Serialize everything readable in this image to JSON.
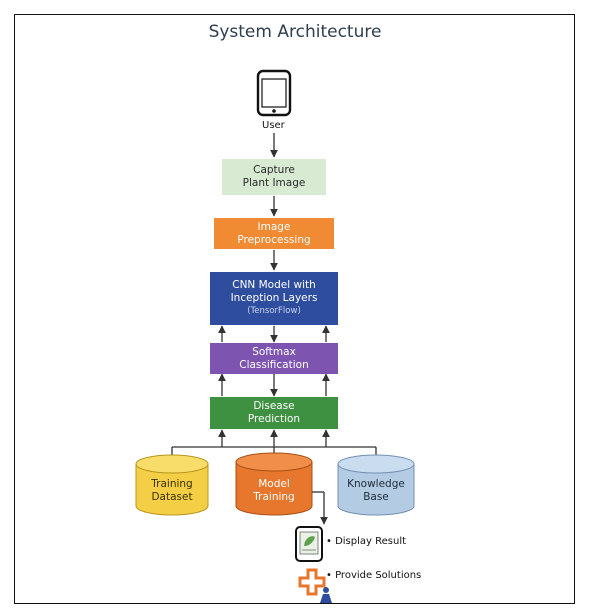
{
  "title": "System Architecture",
  "user_label": "User",
  "nodes": {
    "capture": {
      "line1": "Capture",
      "line2": "Plant Image"
    },
    "preprocess": {
      "line1": "Image",
      "line2": "Preprocessing"
    },
    "cnn": {
      "line1": "CNN  Model with",
      "line2": "Inception Layers",
      "line3": "(TensorFlow)"
    },
    "softmax": {
      "line1": "Softmax",
      "line2": "Classification"
    },
    "disease": {
      "line1": "Disease",
      "line2": "Prediction"
    }
  },
  "stores": {
    "training": {
      "line1": "Training",
      "line2": "Dataset"
    },
    "model": {
      "line1": "Model",
      "line2": "Training"
    },
    "knowledge": {
      "line1": "Knowledge",
      "line2": "Base"
    }
  },
  "outputs": {
    "display": "• Display Result",
    "solutions": "• Provide Solutions"
  },
  "colors": {
    "capture": "#d9ead3",
    "preprocess": "#f08a33",
    "cnn": "#2e4d9e",
    "softmax": "#7d55b0",
    "disease": "#3e9140",
    "training": "#f4cf45",
    "model": "#e8772e",
    "knowledge": "#b3cbe3"
  }
}
